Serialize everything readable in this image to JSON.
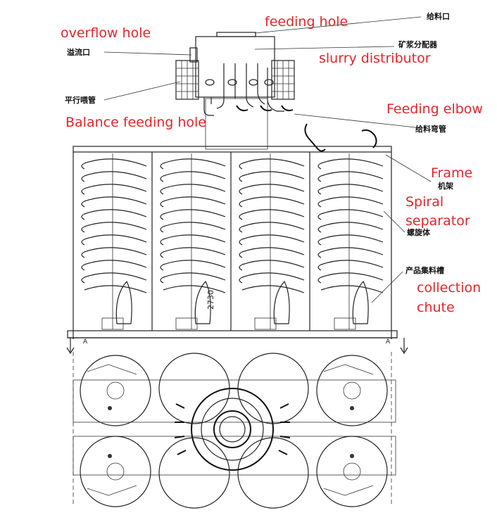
{
  "labels_en": {
    "feeding_hole": "feeding hole",
    "overflow_hole": "overflow hole",
    "slurry_distributor": "slurry distributor",
    "balance_feeding_hole": "Balance feeding hole",
    "feeding_elbow": "Feeding elbow",
    "frame": "Frame",
    "spiral_separator_line1": "Spiral",
    "spiral_separator_line2": "separator",
    "collection_chute_line1": "collection",
    "collection_chute_line2": "chute"
  },
  "labels_cn": {
    "feeding_hole": "给料口",
    "overflow_hole": "溢流口",
    "slurry_distributor": "矿浆分配器",
    "balance_feeding_hole": "平行喂管",
    "feeding_elbow": "给料弯管",
    "frame": "机架",
    "spiral_separator": "螺旋体",
    "collection_chute": "产品集料槽"
  },
  "dimension": "2730",
  "section_marks": [
    "A",
    "A"
  ],
  "colors": {
    "annotation": "#e3262b",
    "line": "#222222",
    "background": "#ffffff"
  }
}
